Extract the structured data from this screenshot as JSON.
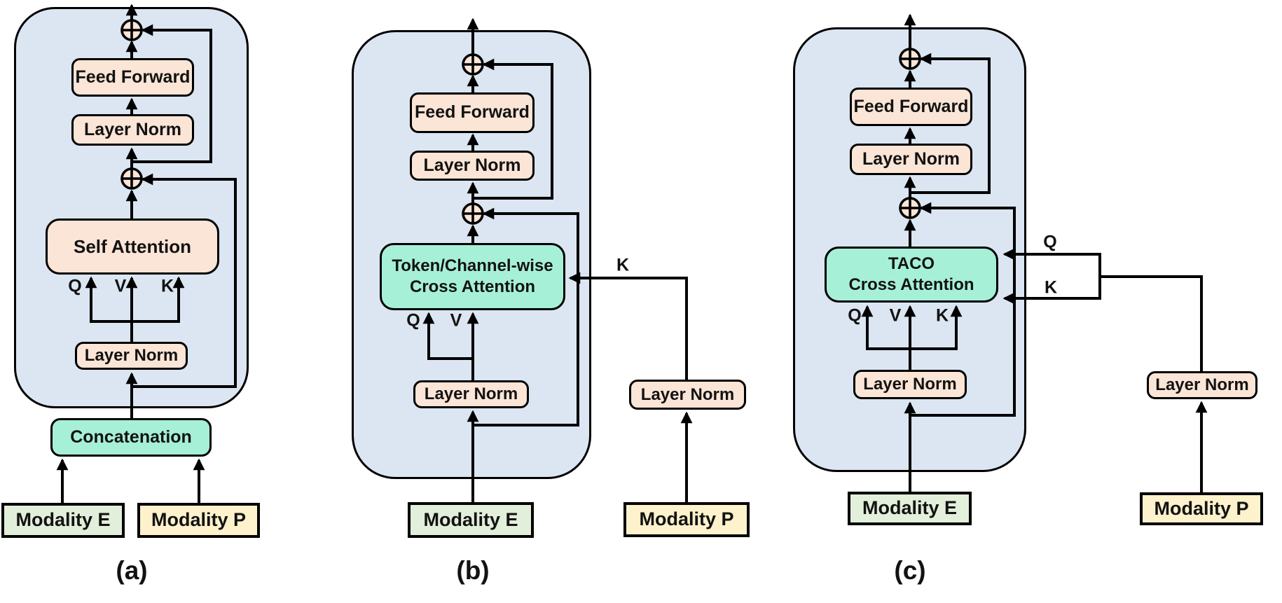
{
  "colors": {
    "container_fill": "#dbe6f2",
    "stroke": "#000000",
    "block_fill_peach": "#fbe5d6",
    "block_fill_teal": "#a6f0d8",
    "modality_e_fill": "#e2efda",
    "modality_p_fill": "#fef2cc",
    "router_fill": "#ffffff"
  },
  "panel_a": {
    "caption": "(a)",
    "feed_forward": "Feed Forward",
    "layer_norm_top": "Layer Norm",
    "self_attention": "Self Attention",
    "q_label": "Q",
    "v_label": "V",
    "k_label": "K",
    "layer_norm_bottom": "Layer Norm",
    "concatenation": "Concatenation",
    "modality_e": "Modality E",
    "modality_p": "Modality P"
  },
  "panel_b": {
    "caption": "(b)",
    "feed_forward": "Feed Forward",
    "layer_norm_top": "Layer Norm",
    "cross_attention_line1": "Token/Channel-wise",
    "cross_attention_line2": "Cross Attention",
    "q_label": "Q",
    "v_label": "V",
    "k_input_label": "K",
    "layer_norm_bottom": "Layer Norm",
    "layer_norm_p": "Layer Norm",
    "modality_e": "Modality E",
    "modality_p": "Modality P"
  },
  "panel_c": {
    "caption": "(c)",
    "feed_forward": "Feed Forward",
    "layer_norm_top": "Layer Norm",
    "cross_attention_line1": "TACO",
    "cross_attention_line2": "Cross Attention",
    "q_label": "Q",
    "v_label": "V",
    "k_label": "K",
    "q_input_label": "Q",
    "k_input_label": "K",
    "layer_norm_bottom": "Layer Norm",
    "layer_norm_p": "Layer Norm",
    "modality_e": "Modality E",
    "modality_p": "Modality P"
  }
}
